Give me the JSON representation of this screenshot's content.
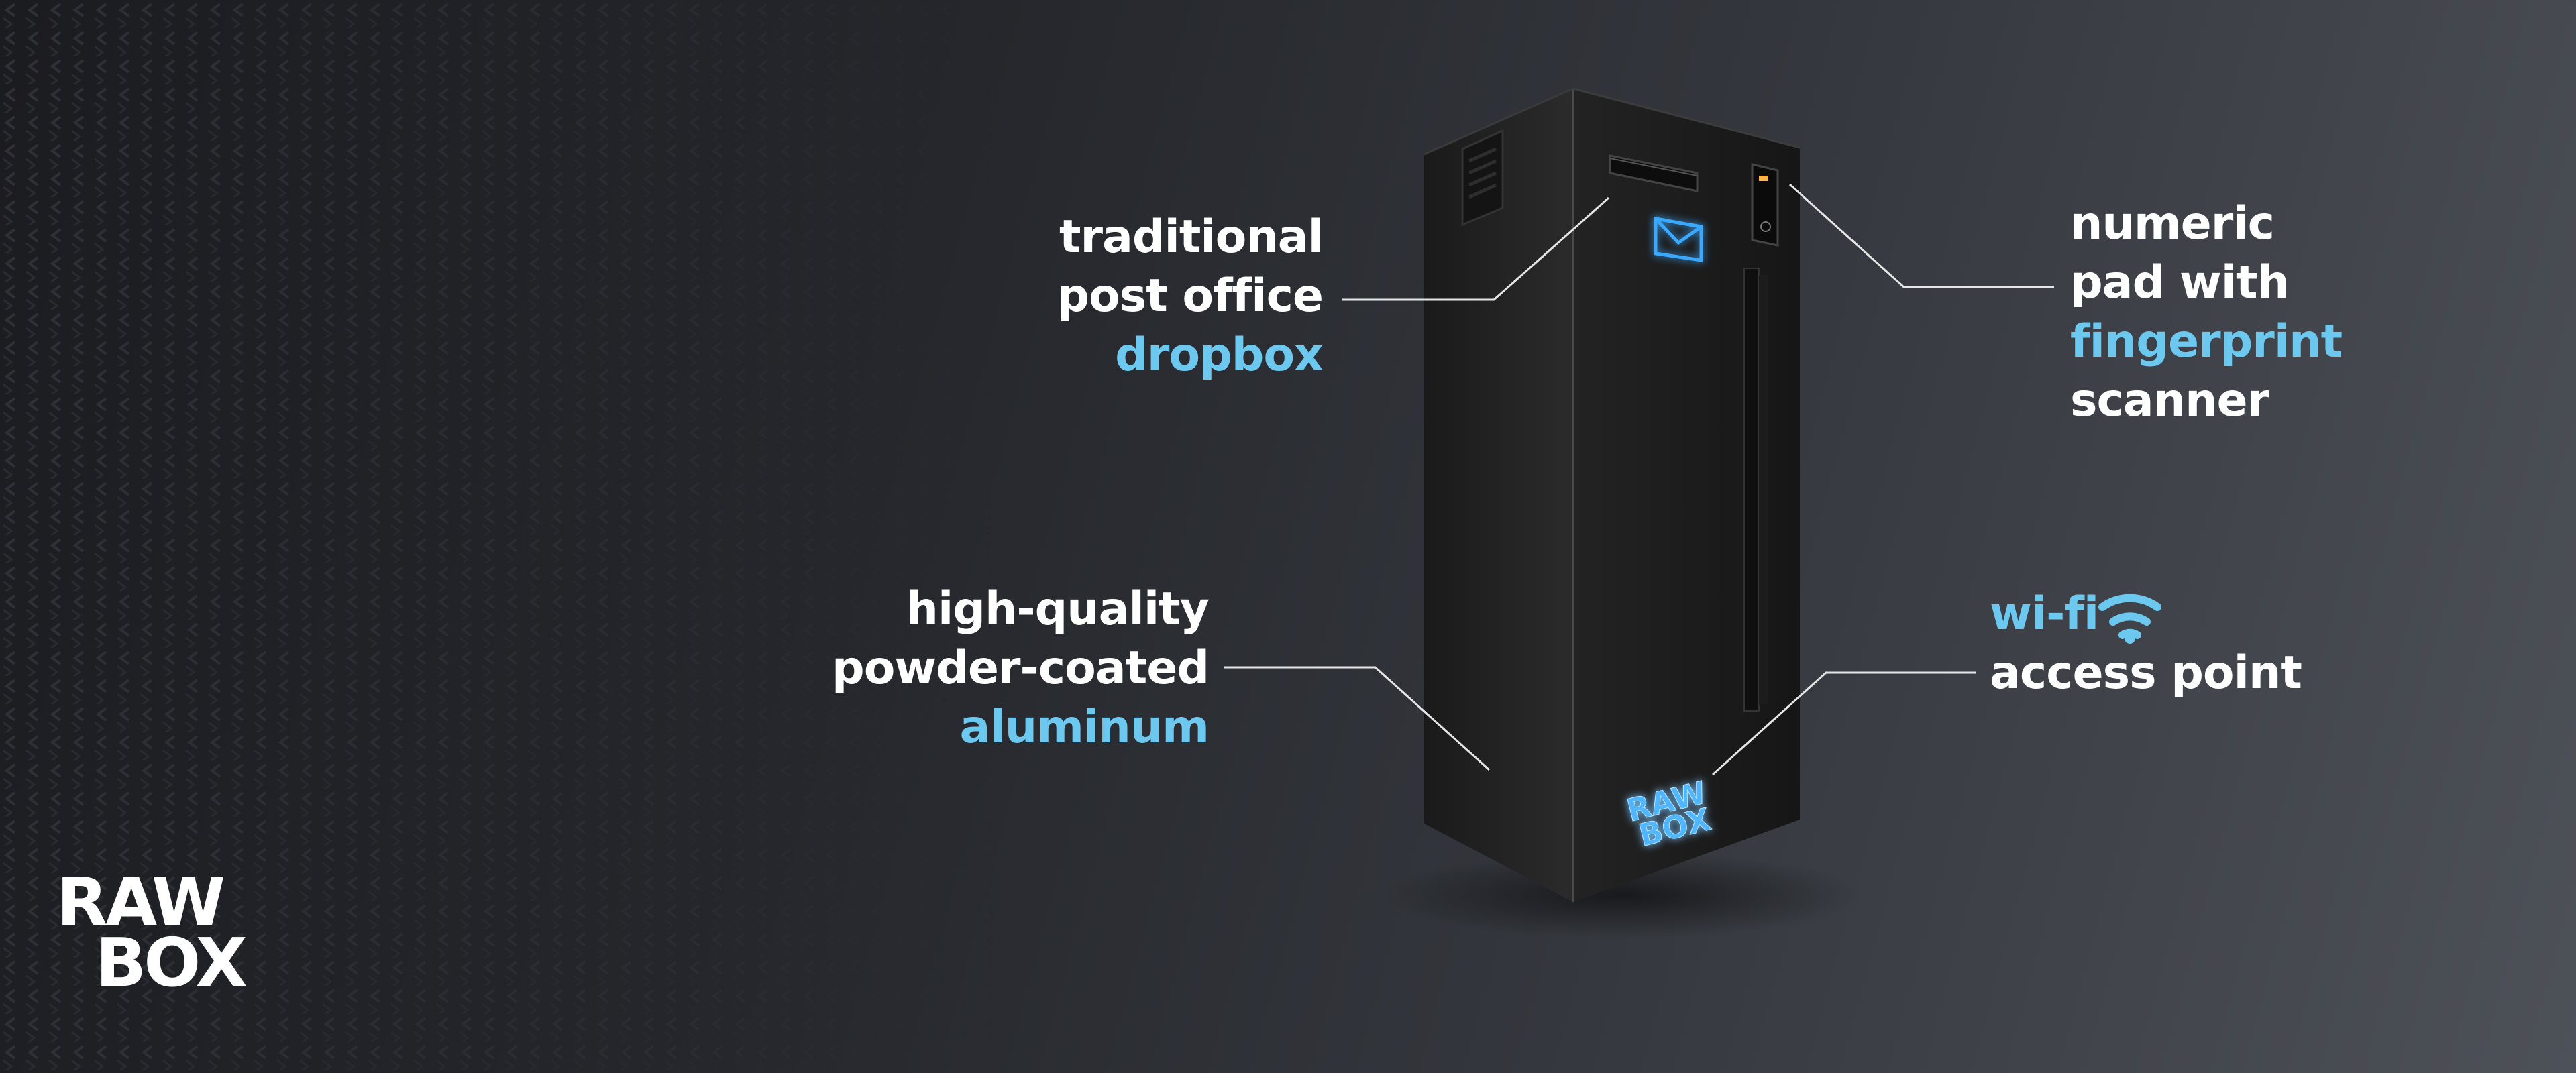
{
  "brand": {
    "logo_line1": "RAW",
    "logo_line2": "BOX",
    "accent_color": "#6cc8ee",
    "text_color": "#ffffff"
  },
  "callouts": {
    "dropbox": {
      "line1": "traditional",
      "line2": "post office",
      "highlight": "dropbox"
    },
    "keypad": {
      "line1": "numeric",
      "line2": "pad with",
      "highlight": "fingerprint",
      "line4": "scanner"
    },
    "aluminum": {
      "line1": "high-quality",
      "line2": "powder-coated",
      "highlight": "aluminum"
    },
    "wifi": {
      "highlight": "wi-fi",
      "line2": "access point",
      "icon": "wifi-icon"
    }
  },
  "product": {
    "front_icon": "envelope-icon",
    "front_logo_line1": "RAW",
    "front_logo_line2": "BOX"
  }
}
